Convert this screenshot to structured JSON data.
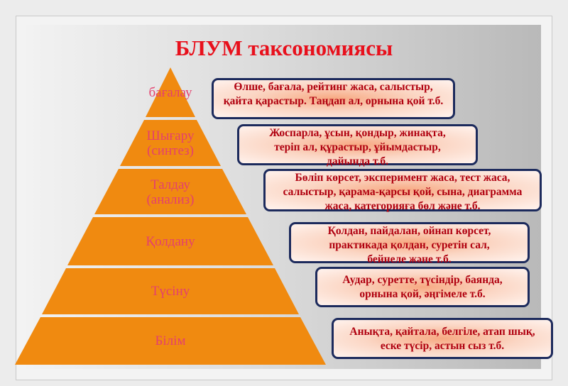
{
  "title": "БЛУМ таксономиясы",
  "colors": {
    "title": "#e8101c",
    "pyramid": "#f08a10",
    "level_text": "#e4406e",
    "box_text": "#b0000f",
    "box_border": "#1c2a5c"
  },
  "levels": [
    {
      "label": "бағалау",
      "description": "Өлше, бағала, рейтинг жаса, салыстыр, қайта қарастыр. Таңдап ал, орнына қой т.б."
    },
    {
      "label": "Шығару (синтез)",
      "description": "Жоспарла, ұсын, қондыр, жинақта, теріп ал, құрастыр, ұйымдастыр, дайында т.б."
    },
    {
      "label": "Талдау (анализ)",
      "description": "Бөліп көрсет, эксперимент жаса, тест жаса, салыстыр, қарама-қарсы қой, сына, диаграмма жаса, категорияға бөл және т.б."
    },
    {
      "label": "Қолдану",
      "description": "Қолдан, пайдалан, ойнап көрсет, практикада қолдан, суретін сал, бейнеле және т.б."
    },
    {
      "label": "Түсіну",
      "description": "Аудар, суретте,  түсіндір, баянда, орнына қой, әңгімеле  т.б."
    },
    {
      "label": "Білім",
      "description": "Анықта, қайтала, белгіле, атап шық, еске түсір, астын сыз т.б."
    }
  ]
}
